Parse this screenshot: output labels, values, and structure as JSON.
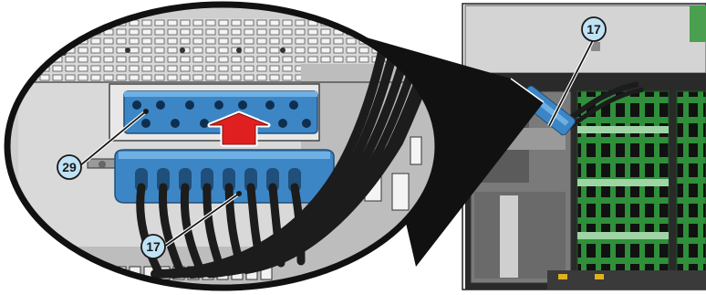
{
  "figure": {
    "callouts": [
      {
        "id": "connector-detail",
        "label": "17"
      },
      {
        "id": "cable-detail",
        "label": "17"
      },
      {
        "id": "bracket-detail",
        "label": "29"
      }
    ],
    "colors": {
      "connector_blue": "#3d86c6",
      "arrow_red": "#e02020",
      "cable_black": "#1c1c1c",
      "board_green": "#2f8f3a",
      "chassis_gray": "#c8c8c8",
      "callout_fill": "#bfe3f5"
    },
    "icons": [
      "up-arrow",
      "callout-marker"
    ]
  }
}
